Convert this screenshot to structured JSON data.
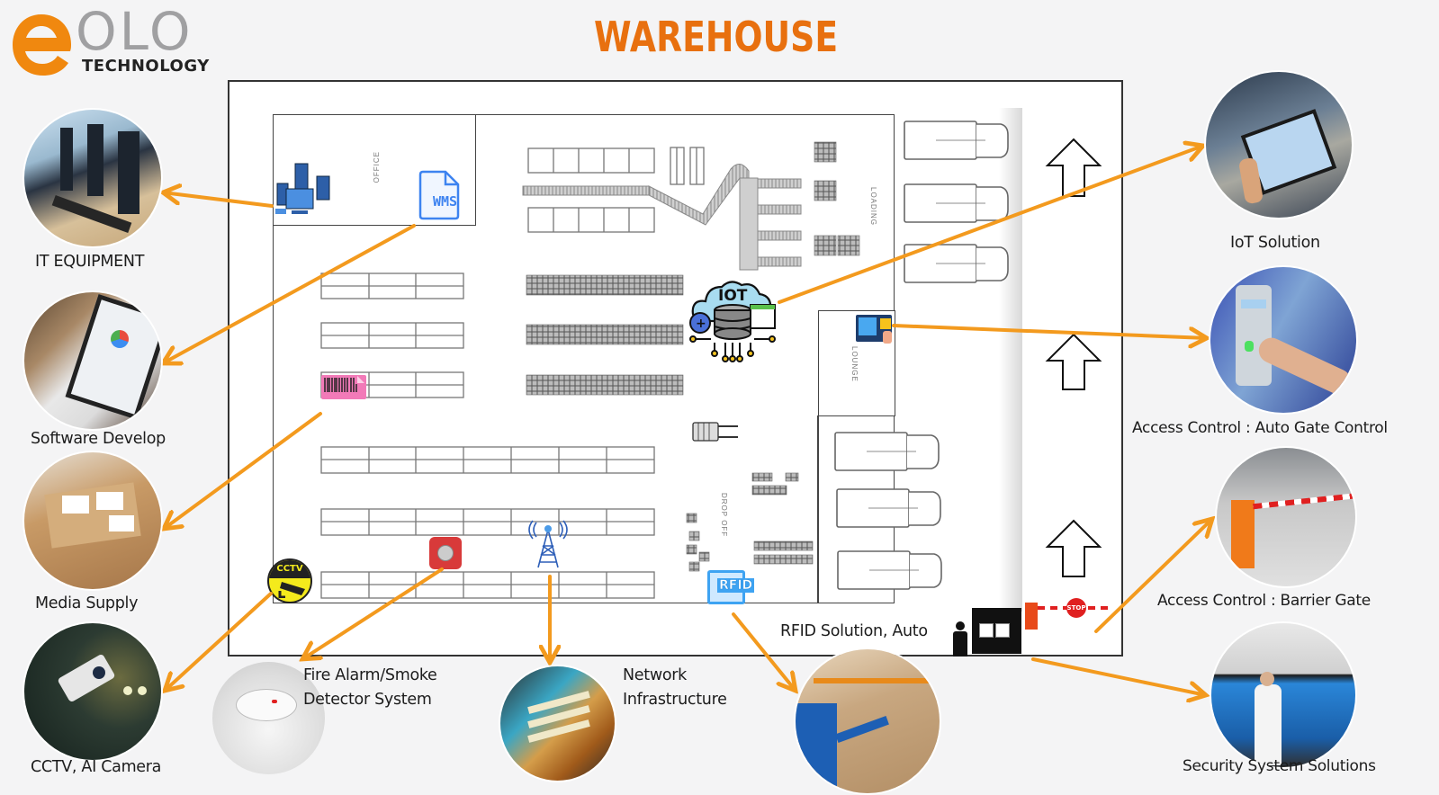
{
  "logo": {
    "brand_suffix": "OLO",
    "tagline": "TECHNOLOGY",
    "accent_color": "#f0880f"
  },
  "title": "WAREHOUSE",
  "colors": {
    "title": "#e8700f",
    "arrow": "#f39a1e",
    "background": "#f4f4f5"
  },
  "floor_plan": {
    "zones": {
      "office": "OFFICE",
      "loading": "LOADING",
      "lounge": "LOUNGE",
      "drop_off": "DROP OFF"
    },
    "icons": {
      "wms": "WMS",
      "iot": "IOT",
      "rfid": "RFID",
      "cctv": "CCTV",
      "stop": "STOP"
    }
  },
  "solutions": [
    {
      "id": "it-equipment",
      "label": "IT EQUIPMENT",
      "image": "computer-lab-photo"
    },
    {
      "id": "software-develop",
      "label": "Software Develop",
      "image": "tablet-dashboard-photo"
    },
    {
      "id": "media-supply",
      "label": "Media Supply",
      "image": "barcode-box-photo"
    },
    {
      "id": "cctv-ai-camera",
      "label": "CCTV, AI Camera",
      "image": "security-camera-photo"
    },
    {
      "id": "fire-alarm",
      "label_line1": "Fire Alarm/Smoke",
      "label_line2": "Detector System",
      "image": "smoke-detector-photo"
    },
    {
      "id": "network",
      "label_line1": "Network",
      "label_line2": "Infrastructure",
      "image": "network-cables-photo"
    },
    {
      "id": "rfid",
      "label": "RFID Solution, Auto",
      "image": "warehouse-scanner-photo"
    },
    {
      "id": "iot",
      "label": "IoT Solution",
      "image": "warehouse-tablet-photo"
    },
    {
      "id": "auto-gate",
      "label": "Access Control : Auto Gate Control",
      "image": "fingerprint-reader-photo"
    },
    {
      "id": "barrier-gate",
      "label": "Access Control : Barrier Gate",
      "image": "barrier-gate-photo"
    },
    {
      "id": "security-system",
      "label": "Security System Solutions",
      "image": "control-room-photo"
    }
  ]
}
